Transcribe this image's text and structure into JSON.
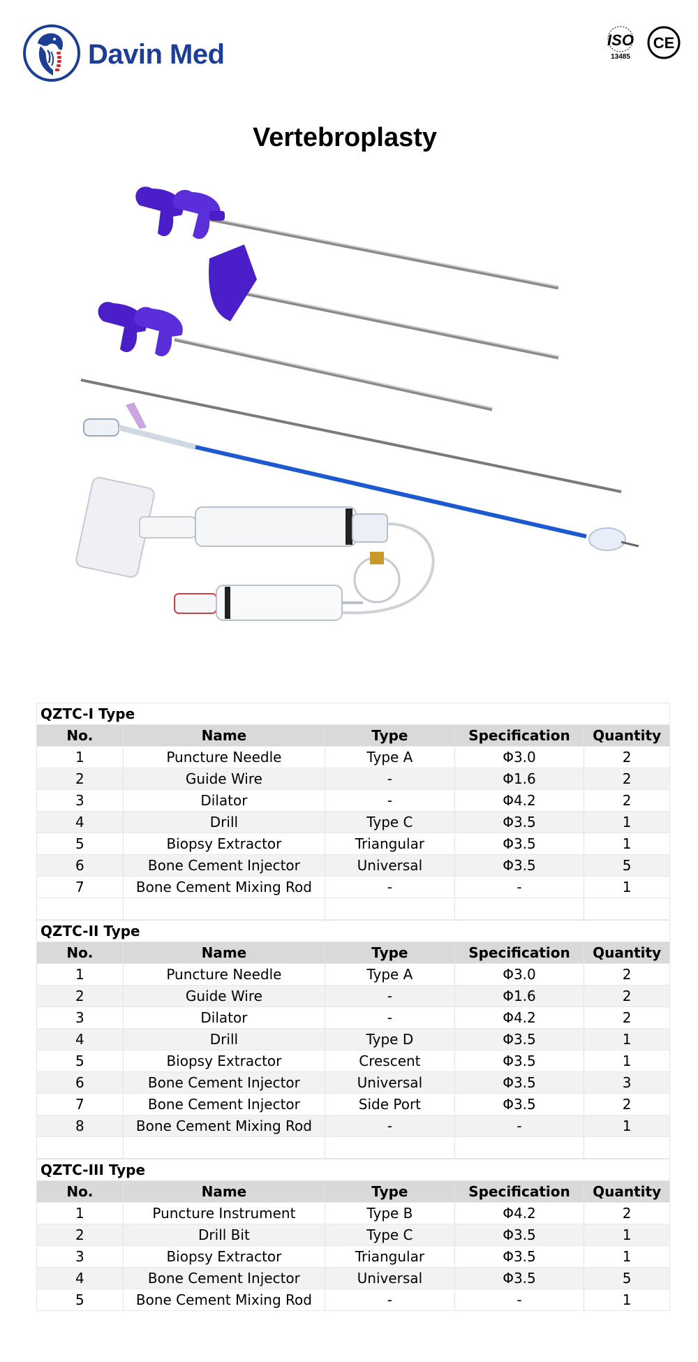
{
  "header": {
    "brand_name": "Davin Med",
    "brand_color": "#1c3f95",
    "logo_icon": "bearded-man-spine-logo",
    "certifications": {
      "iso_label": "ISO",
      "iso_number": "13485",
      "ce_label": "CE"
    }
  },
  "title": "Vertebroplasty",
  "product_image": {
    "icon": "vertebroplasty-kit-illustration",
    "accent_color": "#4a1fc9",
    "catheter_color": "#1d5ad1"
  },
  "columns": [
    "No.",
    "Name",
    "Type",
    "Specification",
    "Quantity"
  ],
  "kits": [
    {
      "title": "QZTC-I Type",
      "rows": [
        [
          "1",
          "Puncture Needle",
          "Type A",
          "Φ3.0",
          "2"
        ],
        [
          "2",
          "Guide Wire",
          "-",
          "Φ1.6",
          "2"
        ],
        [
          "3",
          "Dilator",
          "-",
          "Φ4.2",
          "2"
        ],
        [
          "4",
          "Drill",
          "Type C",
          "Φ3.5",
          "1"
        ],
        [
          "5",
          "Biopsy Extractor",
          "Triangular",
          "Φ3.5",
          "1"
        ],
        [
          "6",
          "Bone Cement Injector",
          "Universal",
          "Φ3.5",
          "5"
        ],
        [
          "7",
          "Bone Cement Mixing Rod",
          "-",
          "-",
          "1"
        ]
      ]
    },
    {
      "title": "QZTC-II Type",
      "rows": [
        [
          "1",
          "Puncture Needle",
          "Type A",
          "Φ3.0",
          "2"
        ],
        [
          "2",
          "Guide Wire",
          "-",
          "Φ1.6",
          "2"
        ],
        [
          "3",
          "Dilator",
          "-",
          "Φ4.2",
          "2"
        ],
        [
          "4",
          "Drill",
          "Type D",
          "Φ3.5",
          "1"
        ],
        [
          "5",
          "Biopsy Extractor",
          "Crescent",
          "Φ3.5",
          "1"
        ],
        [
          "6",
          "Bone Cement Injector",
          "Universal",
          "Φ3.5",
          "3"
        ],
        [
          "7",
          "Bone Cement Injector",
          "Side Port",
          "Φ3.5",
          "2"
        ],
        [
          "8",
          "Bone Cement Mixing Rod",
          "-",
          "-",
          "1"
        ]
      ]
    },
    {
      "title": "QZTC-III Type",
      "rows": [
        [
          "1",
          "Puncture Instrument",
          "Type B",
          "Φ4.2",
          "2"
        ],
        [
          "2",
          "Drill Bit",
          "Type C",
          "Φ3.5",
          "1"
        ],
        [
          "3",
          "Biopsy Extractor",
          "Triangular",
          "Φ3.5",
          "1"
        ],
        [
          "4",
          "Bone Cement Injector",
          "Universal",
          "Φ3.5",
          "5"
        ],
        [
          "5",
          "Bone Cement Mixing Rod",
          "-",
          "-",
          "1"
        ]
      ]
    }
  ]
}
